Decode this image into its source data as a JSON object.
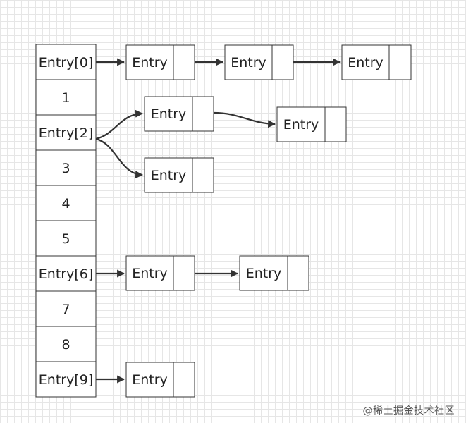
{
  "table": {
    "slots": [
      "Entry[0]",
      "1",
      "Entry[2]",
      "3",
      "4",
      "5",
      "Entry[6]",
      "7",
      "8",
      "Entry[9]"
    ]
  },
  "entry_label": "Entry",
  "chains": {
    "slot0": [
      "Entry",
      "Entry",
      "Entry"
    ],
    "slot2_upper": [
      "Entry",
      "Entry"
    ],
    "slot2_lower": [
      "Entry"
    ],
    "slot6": [
      "Entry",
      "Entry"
    ],
    "slot9": [
      "Entry"
    ]
  },
  "watermark": "@稀土掘金技术社区",
  "colors": {
    "stroke": "#333333",
    "grid": "#e6e6e6"
  }
}
